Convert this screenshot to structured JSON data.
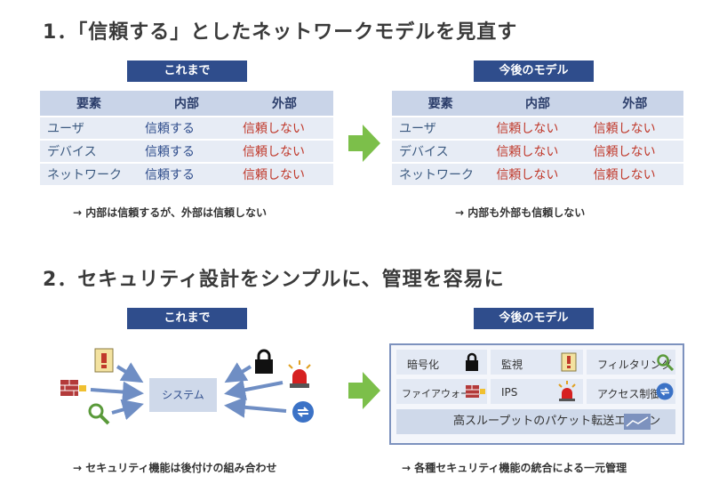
{
  "section1": {
    "heading": "1．「信頼する」としたネットワークモデルを見直す",
    "before": {
      "tag": "これまで",
      "headers": [
        "要素",
        "内部",
        "外部"
      ],
      "rows": [
        [
          "ユーザ",
          "信頼する",
          "信頼しない"
        ],
        [
          "デバイス",
          "信頼する",
          "信頼しない"
        ],
        [
          "ネットワーク",
          "信頼する",
          "信頼しない"
        ]
      ],
      "note": "→ 内部は信頼するが、外部は信頼しない"
    },
    "after": {
      "tag": "今後のモデル",
      "headers": [
        "要素",
        "内部",
        "外部"
      ],
      "rows": [
        [
          "ユーザ",
          "信頼しない",
          "信頼しない"
        ],
        [
          "デバイス",
          "信頼しない",
          "信頼しない"
        ],
        [
          "ネットワーク",
          "信頼しない",
          "信頼しない"
        ]
      ],
      "note": "→ 内部も外部も信頼しない"
    }
  },
  "section2": {
    "heading": "2．セキュリティ設計をシンプルに、管理を容易に",
    "before": {
      "tag": "これまで",
      "system": "システム",
      "note": "→ セキュリティ機能は後付けの組み合わせ"
    },
    "after": {
      "tag": "今後のモデル",
      "cells": [
        "暗号化",
        "監視",
        "フィルタリング",
        "ファイアウォール",
        "IPS",
        "アクセス制御"
      ],
      "engine": "高スループットのパケット転送エンジン",
      "note": "→ 各種セキュリティ機能の統合による一元管理"
    }
  },
  "colors": {
    "navy": "#2f4d8c",
    "red": "#c0392b",
    "green": "#7cbf4a"
  },
  "icons": [
    "lock-icon",
    "document-warning-icon",
    "magnifier-icon",
    "firewall-icon",
    "alarm-icon",
    "sync-icon",
    "chart-icon"
  ]
}
